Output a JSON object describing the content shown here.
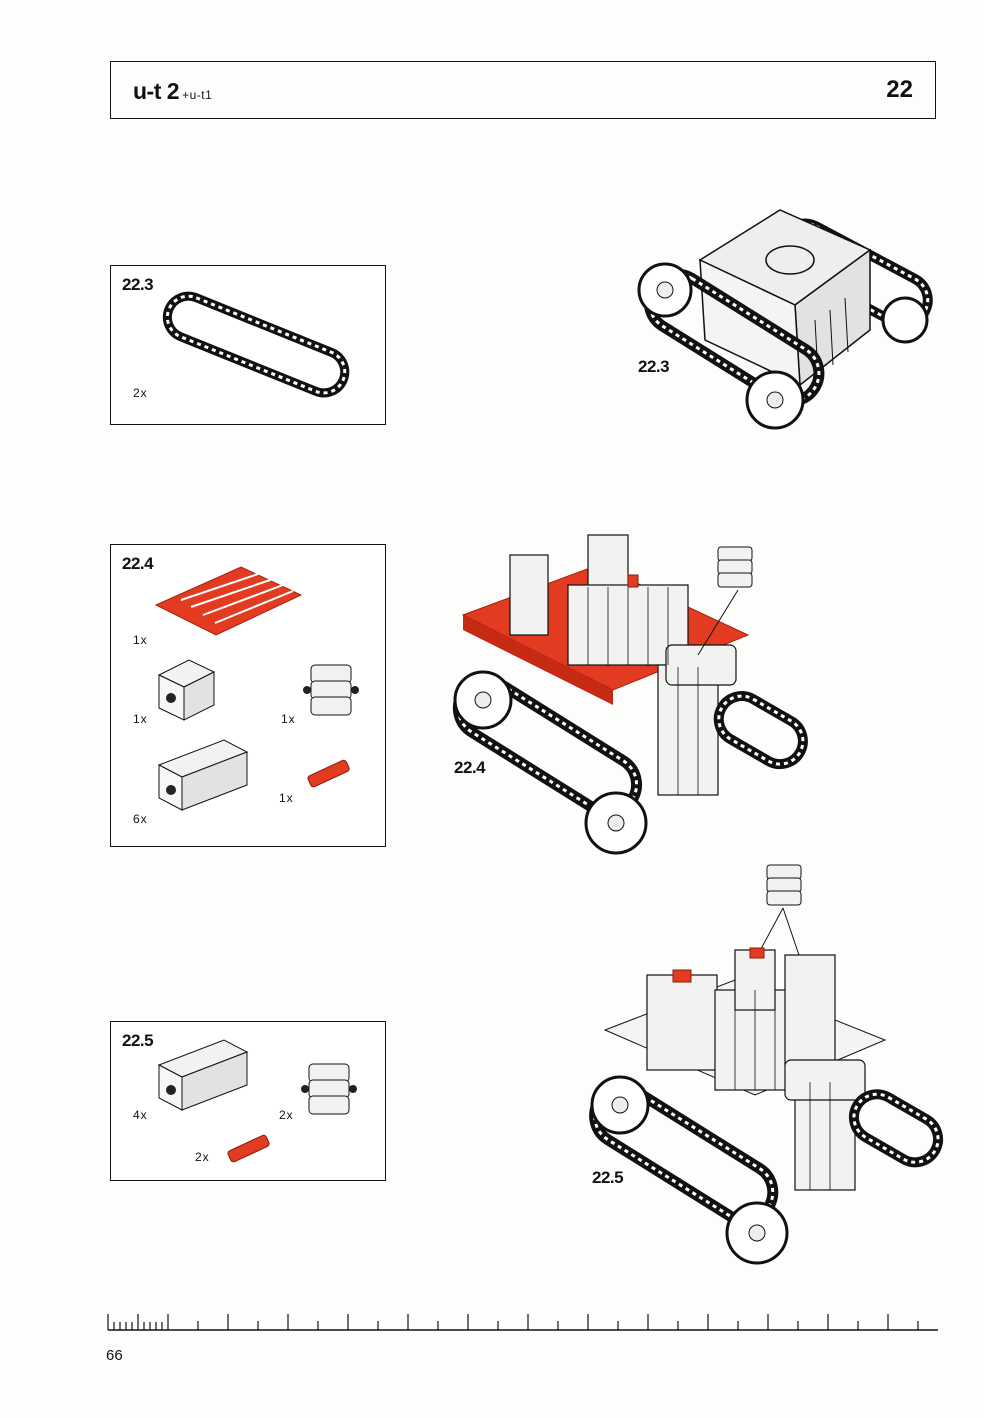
{
  "header": {
    "title": "u-t 2",
    "subtitle": "+u-t1",
    "page_section": "22"
  },
  "steps": [
    {
      "id": "22.3",
      "parts": [
        {
          "name": "track",
          "qty": "2x"
        }
      ]
    },
    {
      "id": "22.4",
      "parts": [
        {
          "name": "red-plate",
          "qty": "1x"
        },
        {
          "name": "small-block",
          "qty": "1x"
        },
        {
          "name": "joint-block",
          "qty": "1x"
        },
        {
          "name": "long-block",
          "qty": "6x"
        },
        {
          "name": "red-connector",
          "qty": "1x"
        }
      ]
    },
    {
      "id": "22.5",
      "parts": [
        {
          "name": "long-block",
          "qty": "4x"
        },
        {
          "name": "joint-block",
          "qty": "2x"
        },
        {
          "name": "red-connector",
          "qty": "2x"
        }
      ]
    }
  ],
  "footer": {
    "page_number": "66"
  },
  "colors": {
    "accent_red": "#e23b22",
    "ink": "#111111",
    "part_grey": "#e8e8e6"
  }
}
